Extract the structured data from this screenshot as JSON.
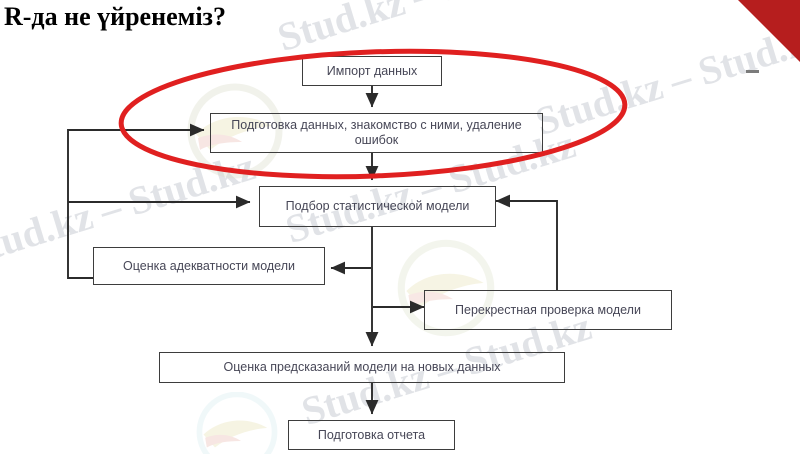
{
  "slide": {
    "title": "R-да не үйренеміз?",
    "accent_color": "#b61e1e",
    "box_border_color": "#3d3d3d",
    "text_color": "#474757",
    "annotation_color": "#e02020"
  },
  "flowchart": {
    "nodes": [
      {
        "id": "import",
        "label": "Импорт данных"
      },
      {
        "id": "prepare",
        "label": "Подготовка данных, знакомство с ними, удаление ошибок"
      },
      {
        "id": "select",
        "label": "Подбор статистической модели"
      },
      {
        "id": "adequacy",
        "label": "Оценка адекватности модели"
      },
      {
        "id": "crossvalid",
        "label": "Перекрестная проверка модели"
      },
      {
        "id": "predictions",
        "label": "Оценка предсказаний модели на новых данных"
      },
      {
        "id": "report",
        "label": "Подготовка отчета"
      }
    ]
  },
  "annotation": {
    "name": "red-ellipse-highlight",
    "encircles": [
      "Импорт данных",
      "Подготовка данных, знакомство с ними, удаление ошибок"
    ]
  },
  "watermark": {
    "text": "Stud.kz – Stud.kz"
  }
}
